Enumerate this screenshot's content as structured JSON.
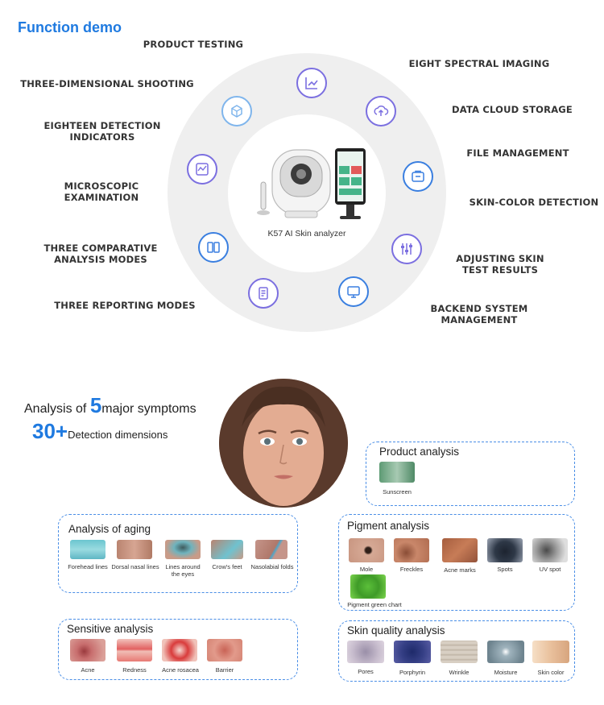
{
  "section_title": "Function demo",
  "features": {
    "product_testing": "PRODUCT TESTING",
    "three_dimensional": "THREE-DIMENSIONAL SHOOTING",
    "eighteen_indicators": "EIGHTEEN DETECTION\nINDICATORS",
    "microscopic": "MICROSCOPIC\nEXAMINATION",
    "comparative_modes": "THREE COMPARATIVE\nANALYSIS MODES",
    "reporting_modes": "THREE REPORTING MODES",
    "eight_spectral": "EIGHT SPECTRAL IMAGING",
    "cloud_storage": "DATA CLOUD STORAGE",
    "file_management": "FILE MANAGEMENT",
    "skin_color": "SKIN-COLOR DETECTION",
    "adjusting_results": "ADJUSTING SKIN\nTEST RESULTS",
    "backend": "BACKEND SYSTEM\nMANAGEMENT"
  },
  "device_caption": "K57  AI  Skin analyzer",
  "headline": {
    "prefix": "Analysis of ",
    "count": "5",
    "suffix": "major symptoms",
    "dims_count": "30+",
    "dims_label": "Detection dimensions"
  },
  "cards": {
    "product": {
      "title": "Product analysis",
      "items": [
        "Sunscreen"
      ]
    },
    "aging": {
      "title": "Analysis of aging",
      "items": [
        "Forehead lines",
        "Dorsal nasal lines",
        "Lines around\nthe eyes",
        "Crow's feet",
        "Nasolabial folds"
      ]
    },
    "pigment": {
      "title": "Pigment analysis",
      "items": [
        "Mole",
        "Freckles",
        "Acne marks",
        "Spots",
        "UV spot",
        "Pigment green chart"
      ]
    },
    "sensitive": {
      "title": "Sensitive analysis",
      "items": [
        "Acne",
        "Redness",
        "Acne rosacea",
        "Barrier"
      ]
    },
    "skin_quality": {
      "title": "Skin quality analysis",
      "items": [
        "Pores",
        "Porphyrin",
        "Wrinkle",
        "Moisture",
        "Skin color"
      ]
    }
  },
  "colors": {
    "accent": "#1f7ae0",
    "dashed_border": "#4a8ee6"
  }
}
